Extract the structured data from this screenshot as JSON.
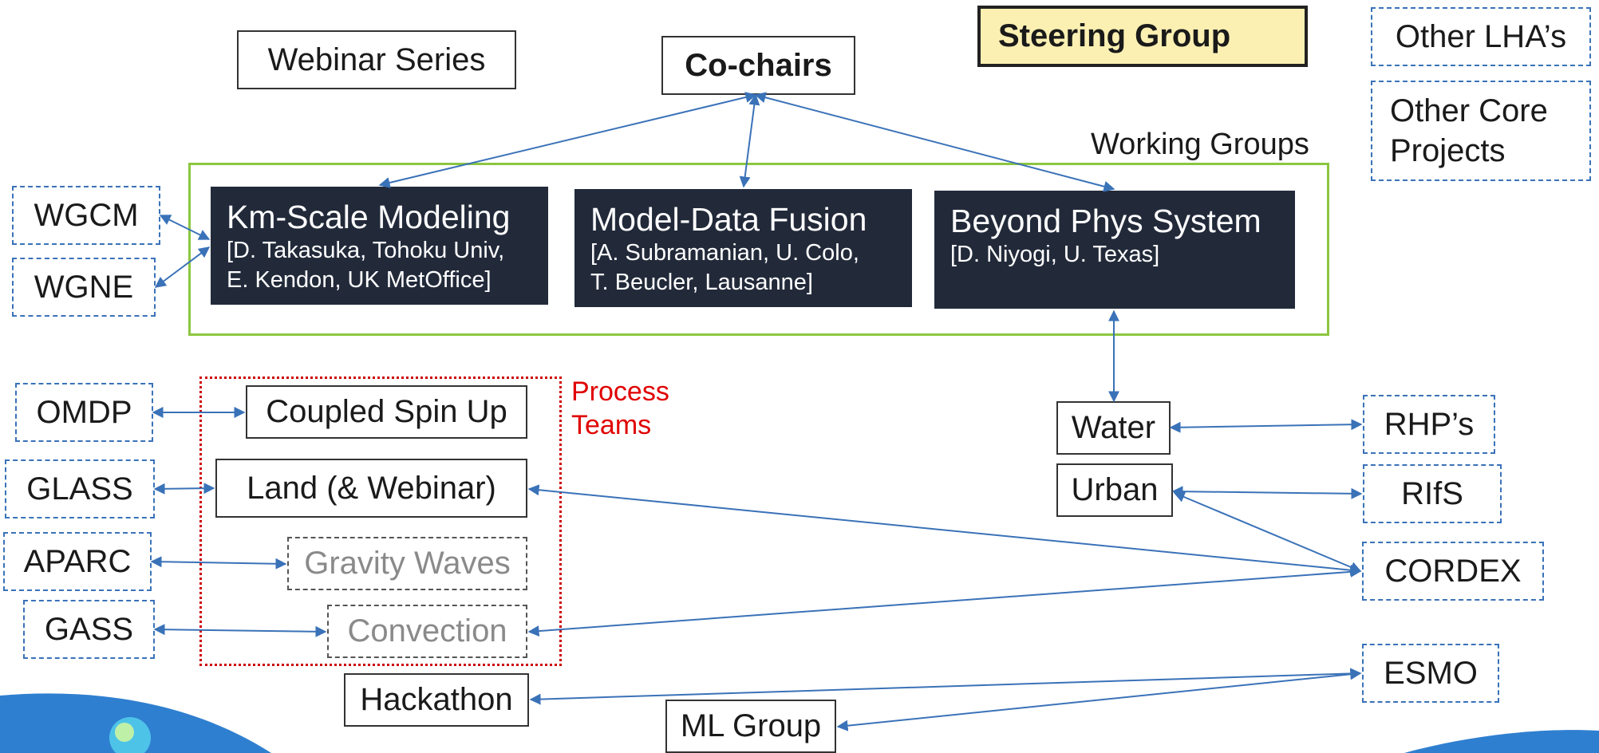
{
  "colors": {
    "arrow": "#3a72b8",
    "dark_box": "#222a3a",
    "wg_border": "#8cc63f",
    "pt_border": "#cc0000",
    "steering_fill": "#fbf0b2"
  },
  "top": {
    "webinar": "Webinar Series",
    "cochairs": "Co-chairs",
    "steering": "Steering Group",
    "other_lha": "Other LHA’s",
    "other_core": "Other Core\nProjects"
  },
  "working_groups": {
    "label": "Working Groups",
    "groups": [
      {
        "title": "Km-Scale Modeling",
        "people": "[D. Takasuka, Tohoku Univ,\nE. Kendon, UK MetOffice]"
      },
      {
        "title": "Model-Data Fusion",
        "people": "[A. Subramanian, U. Colo,\nT. Beucler, Lausanne]"
      },
      {
        "title": "Beyond Phys System",
        "people": "[D. Niyogi, U. Texas]"
      }
    ]
  },
  "left": {
    "wgcm": "WGCM",
    "wgne": "WGNE",
    "omdp": "OMDP",
    "glass": "GLASS",
    "aparc": "APARC",
    "gass": "GASS"
  },
  "process_teams": {
    "label": "Process\nTeams",
    "items": {
      "spinup": "Coupled Spin Up",
      "land": "Land (& Webinar)",
      "gravity": "Gravity Waves",
      "convection": "Convection"
    }
  },
  "bottom": {
    "hackathon": "Hackathon",
    "ml": "ML Group"
  },
  "right": {
    "water": "Water",
    "urban": "Urban",
    "rhp": "RHP’s",
    "rifs": "RIfS",
    "cordex": "CORDEX",
    "esmo": "ESMO"
  }
}
